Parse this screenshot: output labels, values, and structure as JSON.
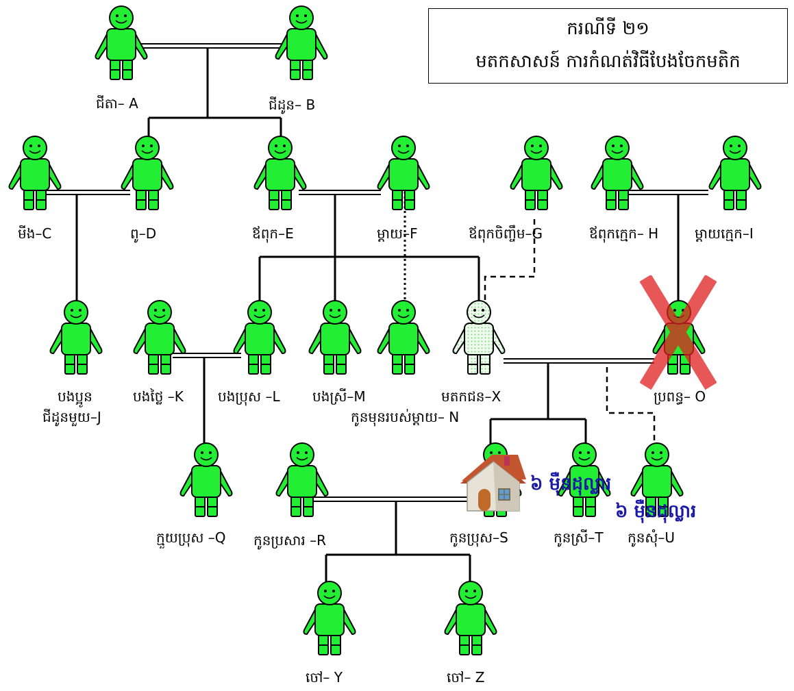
{
  "title": {
    "line1": "ករណីទី ២១",
    "line2": "មតកសាសន៍ ការកំណត់វិធីបែងចែកមតិក"
  },
  "people": {
    "A": "ជីតា– A",
    "B": "ជីដូន– B",
    "C": "មីង–C",
    "D": "ពូ–D",
    "E": "ឪពុក–E",
    "F": "ម្តាយ–F",
    "G": "ឪពុកចិញ្ចឹម–G",
    "H": "ឪពុកក្មេក– H",
    "I": "ម្តាយក្មេក–I",
    "J_line1": "បងប្អូន",
    "J_line2": "ជីដូនមួយ–J",
    "K": "បងថ្លៃ –K",
    "L": "បងប្រុស –L",
    "M": "បងស្រី–M",
    "X": "មតកជន–X",
    "N": "កូនមុនរបស់ម្តាយ– N",
    "O": "ប្រពន្ធ– O",
    "Q": "ក្មួយប្រុស –Q",
    "R": "កូនប្រសារ –R",
    "S": "កូនប្រុស–S",
    "T": "កូនស្រី–T",
    "U": "កូនសុំ–U",
    "Y": "ចៅ– Y",
    "Z": "ចៅ– Z"
  },
  "amounts": {
    "first": "៦ ម៉ឺនដុល្លារ",
    "second": "៦ ម៉ឺនដុល្លារ"
  },
  "colors": {
    "person_fill": "#22ee33",
    "deceased_fill": "#d8f0d8",
    "cross": "#e02020",
    "amount_text": "#1a1aa6"
  },
  "icons": {
    "person": "person-figure-icon",
    "house": "house-icon",
    "cross": "cross-mark-icon"
  }
}
